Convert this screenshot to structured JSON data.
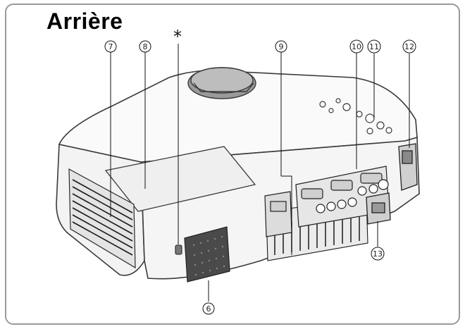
{
  "title": "Arrière",
  "callouts": [
    {
      "id": "c6",
      "label": "6"
    },
    {
      "id": "c7",
      "label": "7"
    },
    {
      "id": "c8",
      "label": "8"
    },
    {
      "id": "c9",
      "label": "9"
    },
    {
      "id": "c10",
      "label": "10"
    },
    {
      "id": "c11",
      "label": "11"
    },
    {
      "id": "c12",
      "label": "12"
    },
    {
      "id": "c13",
      "label": "13"
    }
  ],
  "asterisk": "*",
  "colors": {
    "outline": "#3a3a3a",
    "body": "#f7f7f7",
    "shade": "#d6d6d6",
    "frame": "#9a9a9a"
  }
}
